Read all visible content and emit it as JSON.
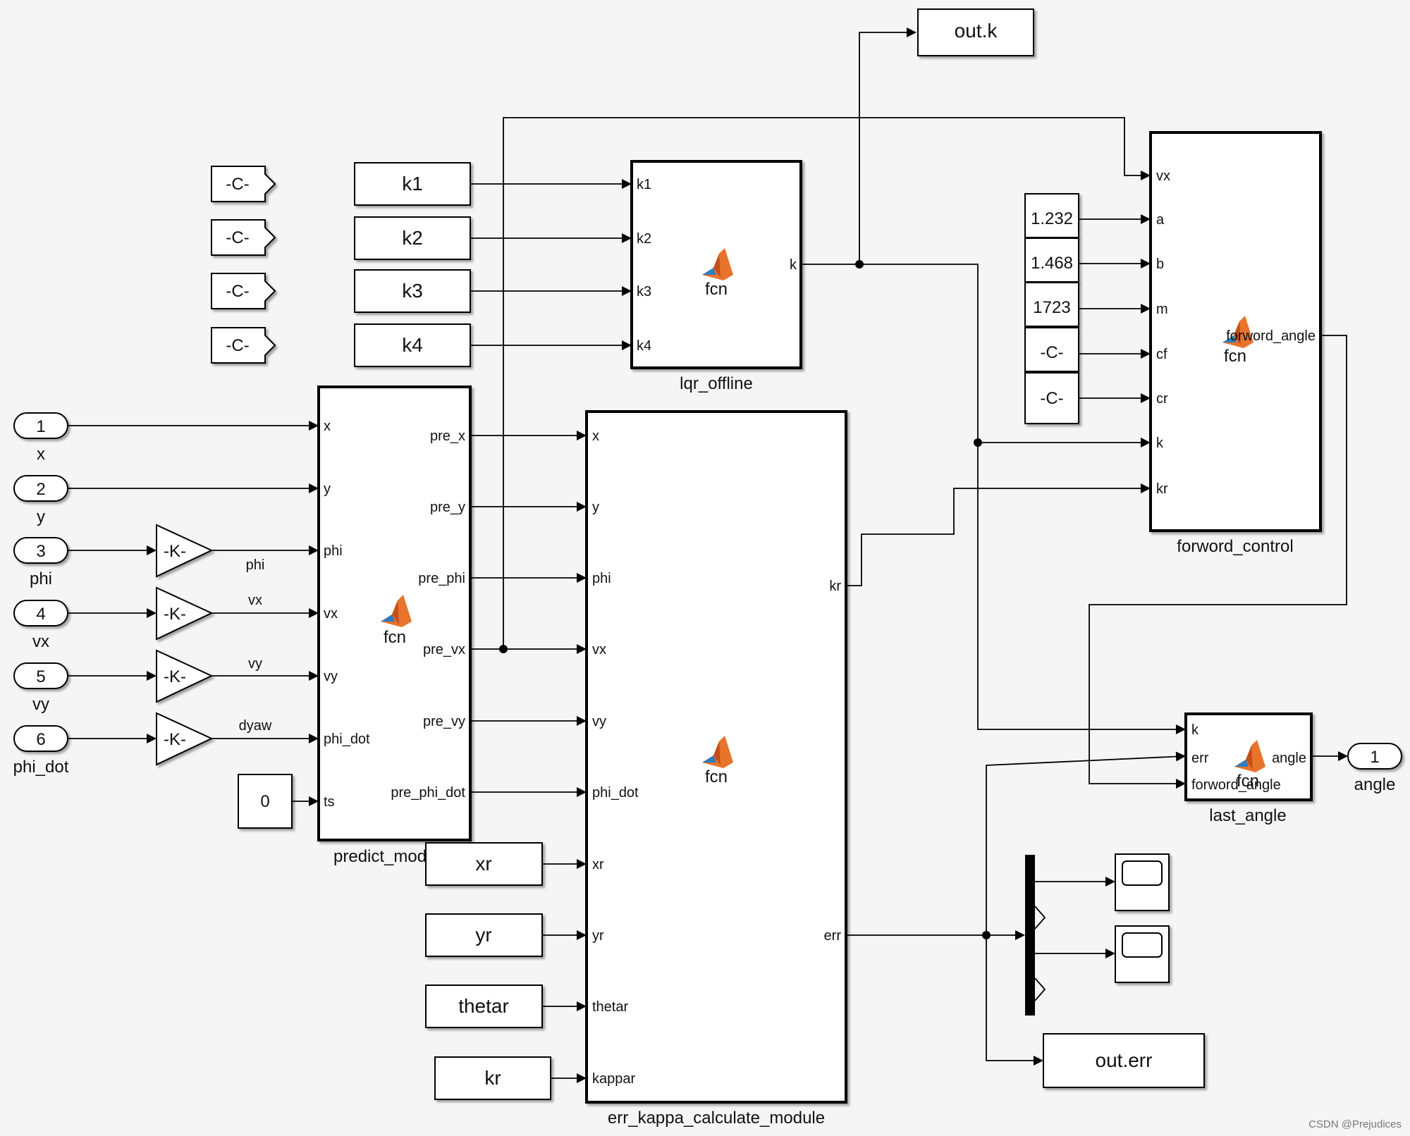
{
  "diagram": {
    "inports": [
      {
        "num": "1",
        "name": "x"
      },
      {
        "num": "2",
        "name": "y"
      },
      {
        "num": "3",
        "name": "phi"
      },
      {
        "num": "4",
        "name": "vx"
      },
      {
        "num": "5",
        "name": "vy"
      },
      {
        "num": "6",
        "name": "phi_dot"
      }
    ],
    "gains": [
      "-K-",
      "-K-",
      "-K-",
      "-K-"
    ],
    "gain_signal_labels": [
      "phi",
      "vx",
      "vy",
      "dyaw"
    ],
    "constant_ts": "0",
    "const_c_tags": [
      "-C-",
      "-C-",
      "-C-",
      "-C-"
    ],
    "k_from_blocks": [
      "k1",
      "k2",
      "k3",
      "k4"
    ],
    "lqr_offline": {
      "name": "lqr_offline",
      "fcn": "fcn",
      "inputs": [
        "k1",
        "k2",
        "k3",
        "k4"
      ],
      "output": "k"
    },
    "predict_model": {
      "name": "predict_mod",
      "fcn": "fcn",
      "inputs": [
        "x",
        "y",
        "phi",
        "vx",
        "vy",
        "phi_dot",
        "ts"
      ],
      "outputs": [
        "pre_x",
        "pre_y",
        "pre_phi",
        "pre_vx",
        "pre_vy",
        "pre_phi_dot"
      ]
    },
    "ref_from_blocks": [
      "xr",
      "yr",
      "thetar",
      "kr"
    ],
    "err_module": {
      "name": "err_kappa_calculate_module",
      "fcn": "fcn",
      "inputs": [
        "x",
        "y",
        "phi",
        "vx",
        "vy",
        "phi_dot",
        "xr",
        "yr",
        "thetar",
        "kappar"
      ],
      "outputs": [
        "kr",
        "err"
      ]
    },
    "forward_constants": [
      "1.232",
      "1.468",
      "1723",
      "-C-",
      "-C-"
    ],
    "forword_control": {
      "name": "forword_control",
      "fcn": "fcn",
      "inputs": [
        "vx",
        "a",
        "b",
        "m",
        "cf",
        "cr",
        "k",
        "kr"
      ],
      "output": "forword_angle"
    },
    "last_angle": {
      "name": "last_angle",
      "fcn": "fcn",
      "inputs": [
        "k",
        "err",
        "forword_angle"
      ],
      "output": "angle"
    },
    "out_k": "out.k",
    "out_err": "out.err",
    "outport": {
      "num": "1",
      "name": "angle"
    },
    "watermark": "CSDN @Prejudices"
  }
}
